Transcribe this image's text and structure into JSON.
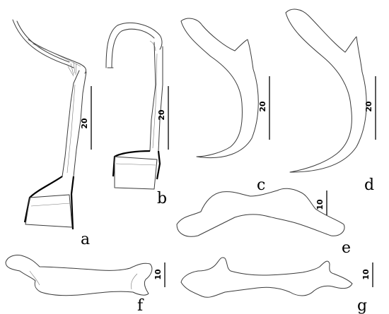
{
  "panels": [
    {
      "letter": "a",
      "scale": "20"
    },
    {
      "letter": "b",
      "scale": "20"
    },
    {
      "letter": "c",
      "scale": "20"
    },
    {
      "letter": "d",
      "scale": "20"
    },
    {
      "letter": "e",
      "scale": "10"
    },
    {
      "letter": "f",
      "scale": "10"
    },
    {
      "letter": "g",
      "scale": "10"
    }
  ]
}
